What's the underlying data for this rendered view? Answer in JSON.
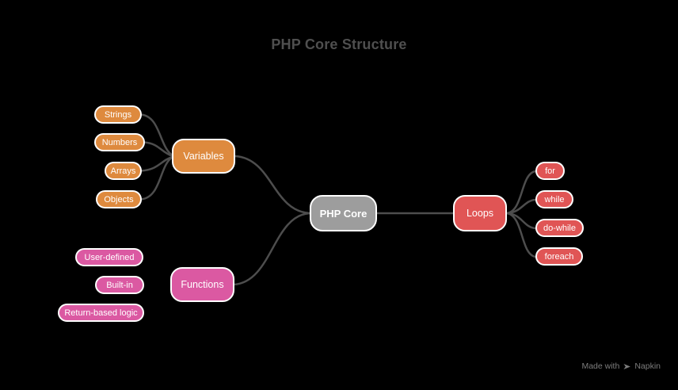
{
  "title": "PHP Core Structure",
  "colors": {
    "background": "#000000",
    "title_text": "#4f4f4f",
    "connector": "#4d4d4d",
    "node_border": "#ffffff",
    "node_text": "#ffffff",
    "orange": "#de8a3e",
    "pink": "#db59a2",
    "red": "#e05555",
    "gray": "#9d9d9d",
    "watermark": "#7d7d7d"
  },
  "diagram": {
    "root": {
      "label": "PHP Core",
      "color": "gray"
    },
    "branches": [
      {
        "label": "Variables",
        "color": "orange",
        "children": [
          "Strings",
          "Numbers",
          "Arrays",
          "Objects"
        ]
      },
      {
        "label": "Functions",
        "color": "pink",
        "children": [
          "User-defined",
          "Built-in",
          "Return-based logic"
        ]
      },
      {
        "label": "Loops",
        "color": "red",
        "children": [
          "for",
          "while",
          "do-while",
          "foreach"
        ]
      }
    ]
  },
  "watermark": {
    "made_with": "Made with",
    "brand": "Napkin"
  }
}
